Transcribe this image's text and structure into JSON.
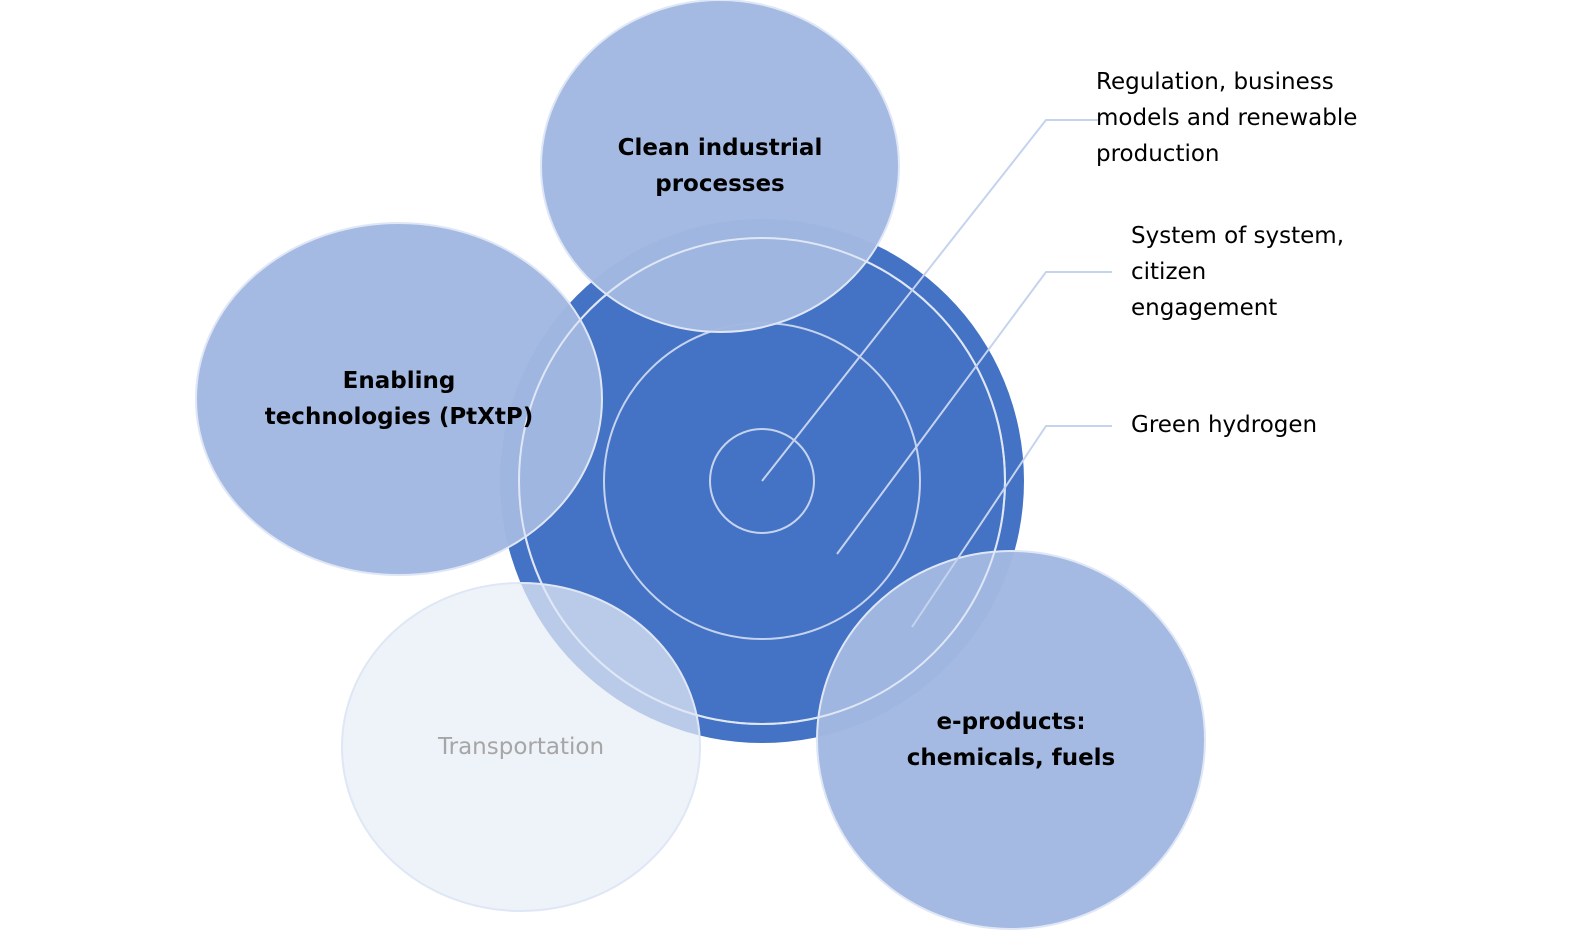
{
  "diagram": {
    "colors": {
      "core": "#4472c4",
      "bubble": "#a2b8e1",
      "bubble_faded": "#e8edf7",
      "ring_stroke": "#c5d3ee",
      "callout_line": "#c5d3ee",
      "text": "#000000",
      "muted_text": "#a6a6a6"
    },
    "bubbles": {
      "clean_industrial": {
        "line1": "Clean industrial",
        "line2": "processes"
      },
      "enabling": {
        "line1": "Enabling",
        "line2": "technologies (PtXtP)"
      },
      "transportation": {
        "line1": "Transportation"
      },
      "eproducts": {
        "line1": "e-products:",
        "line2": "chemicals, fuels"
      }
    },
    "rings": {
      "outer": {
        "line1": "Regulation, business",
        "line2": "models and renewable",
        "line3": "production"
      },
      "middle": {
        "line1": "System of system,",
        "line2": "citizen",
        "line3": "engagement"
      },
      "inner": {
        "line1": "Green hydrogen"
      }
    }
  }
}
